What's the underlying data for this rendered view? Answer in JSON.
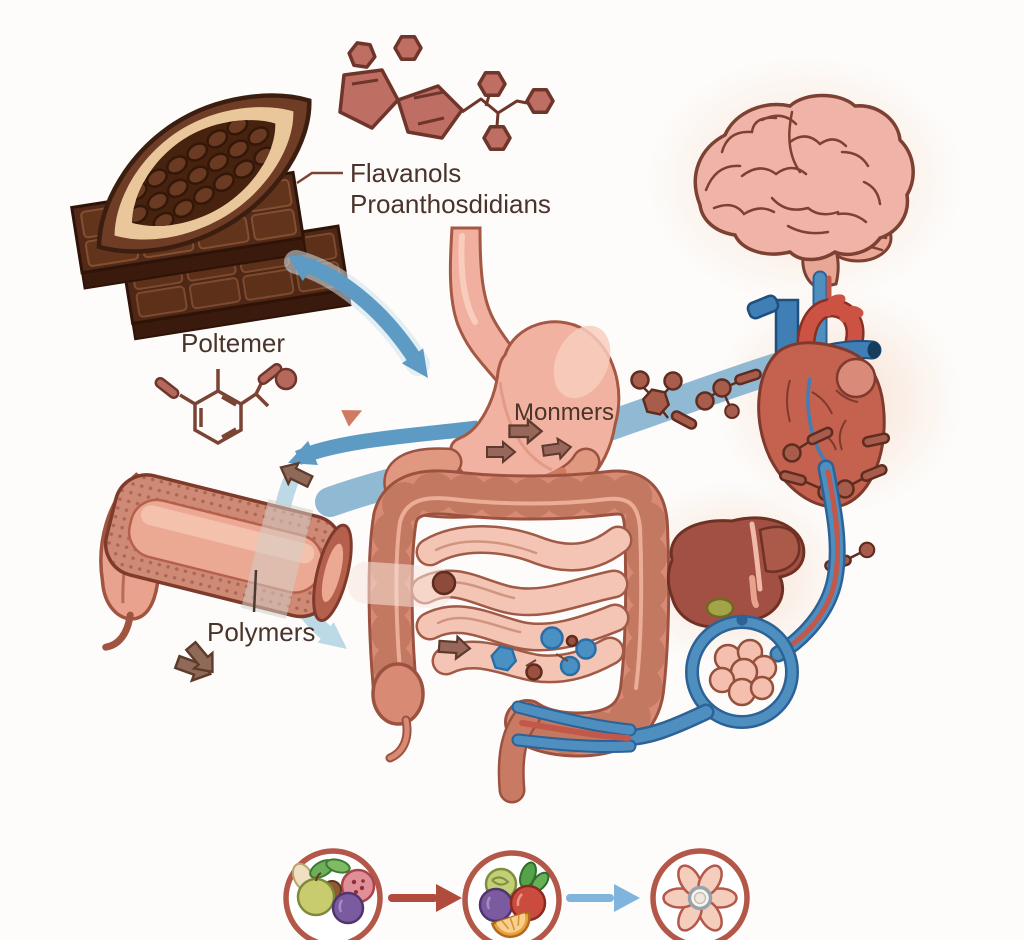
{
  "labels": {
    "flavanols_line1": "Flavanols",
    "flavanols_line2": "Proanthosdidians",
    "polymer_molecule": "Poltemer",
    "monomers": "Monmers",
    "polymers": "Polymers"
  },
  "icons": [
    "cocoa-pod-icon",
    "chocolate-bar-icon",
    "flavanol-molecule-icon",
    "polymer-molecule-icon",
    "brain-icon",
    "heart-icon",
    "stomach-icon",
    "duodenum-icon",
    "small-intestine-icon",
    "colon-icon",
    "rectum-icon",
    "liver-icon",
    "gallbladder-icon",
    "blood-vessel-cross-section-icon",
    "portal-vein-icon",
    "capillary-cluster-icon",
    "monomer-molecule-icon",
    "metabolite-dot-icon",
    "fruits-circle-icon",
    "produce-circle-icon",
    "flower-circle-icon",
    "double-arrow-chocolate-stomach",
    "arrow-stomach-vessel",
    "arrow-vessel-intestine",
    "absorption-ribbon",
    "flow-arrow-red",
    "flow-arrow-blue"
  ],
  "palette": {
    "background": "#fdfcfb",
    "label_text": "#4a332a",
    "arrow_blue": "#5d9bc4",
    "pale_blue": "#bcd9e8",
    "ribbon_blue": "#8ab6d2",
    "molecule_red": "#bf6e63",
    "molecule_outline": "#6e352a",
    "chocolate_brown": "#4e2716",
    "organ_pink": "#f2b2a2",
    "organ_salmon": "#d98a74",
    "heart_red": "#c4614f",
    "liver_red": "#a25043",
    "vessel_blue": "#4e8fc0",
    "vessel_red": "#c2574a",
    "metabolite_blue": "#4a90c2",
    "circle_border": "#b35848",
    "bottom_arrow_red": "#b14b3b",
    "bottom_arrow_blue": "#7fb4dd"
  }
}
